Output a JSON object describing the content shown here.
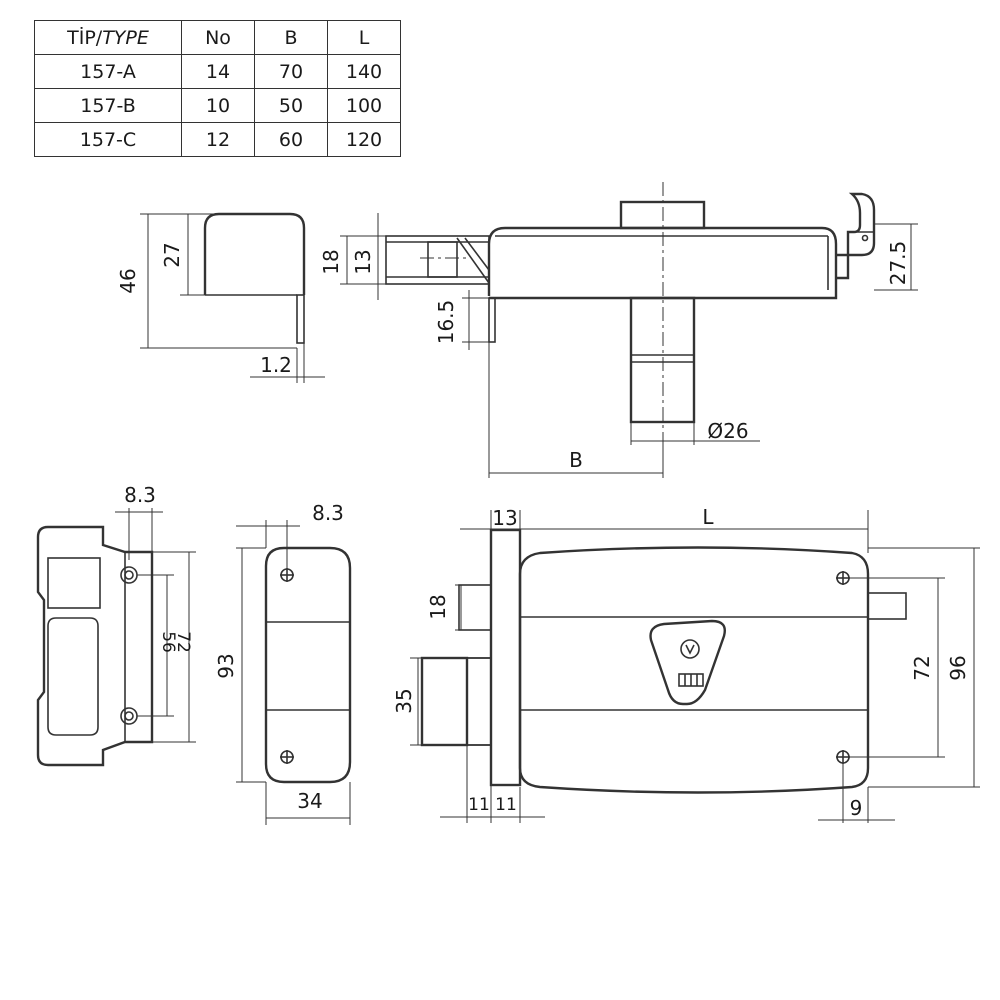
{
  "table": {
    "header": {
      "type_prefix": "TİP/",
      "type_suffix": "TYPE",
      "no": "No",
      "b": "B",
      "l": "L"
    },
    "rows": [
      {
        "type": "157-A",
        "no": "14",
        "b": "70",
        "l": "140"
      },
      {
        "type": "157-B",
        "no": "10",
        "b": "50",
        "l": "100"
      },
      {
        "type": "157-C",
        "no": "12",
        "b": "60",
        "l": "120"
      }
    ]
  },
  "dimensions": {
    "strike_height": "46",
    "strike_inner": "27",
    "strike_thickness": "1.2",
    "bolt_outer": "18",
    "bolt_inner": "13",
    "bolt_drop": "16.5",
    "hook_height": "27.5",
    "cylinder_dia": "Ø26",
    "backset": "B",
    "plate_offset": "8.3",
    "plate_hole_pitch": "56",
    "plate_height": "72",
    "keeper_offset": "8.3",
    "keeper_height": "93",
    "keeper_width": "34",
    "front_thickness": "13",
    "body_length": "L",
    "latch_height": "18",
    "deadbolt_height": "35",
    "bolt_width_a": "11",
    "bolt_width_b": "11",
    "hole_pitch": "72",
    "body_height": "96",
    "hole_edge": "9"
  }
}
